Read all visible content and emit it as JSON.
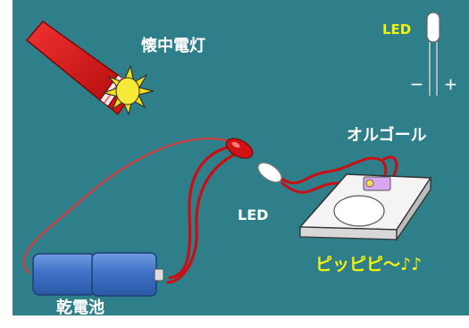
{
  "labels": {
    "flashlight": "懐中電灯",
    "battery": "乾電池",
    "led_wire": "LED",
    "music_box": "オルゴール",
    "sound": "ピッピピ～♪♪",
    "led_legend": "LED",
    "minus": "－",
    "plus": "＋"
  },
  "colors": {
    "background": "#2e7f8a",
    "wire": "#cc0d14",
    "flashlight_body": "#e01616",
    "flashlight_glow": "#f1df1e",
    "battery_blue": "#3f73c8",
    "label_white": "#ffffff",
    "label_yellow": "#f5f20a"
  },
  "icons": [
    "flashlight-icon",
    "battery-icon",
    "led-icon",
    "music-box-icon"
  ]
}
